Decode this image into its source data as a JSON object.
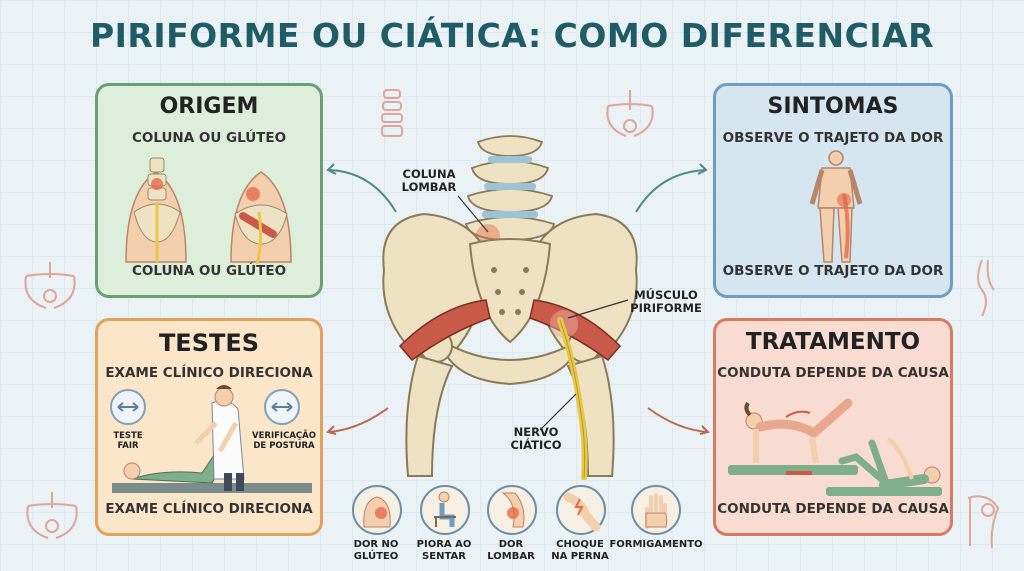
{
  "title": "PIRIFORME OU CIÁTICA: COMO DIFERENCIAR",
  "origem": {
    "title": "ORIGEM",
    "sub_top": "COLUNA OU GLÚTEO",
    "sub_bottom": "COLUNA OU GLÚTEO"
  },
  "sintomas": {
    "title": "SINTOMAS",
    "sub_top": "OBSERVE O TRAJETO DA DOR",
    "sub_bottom": "OBSERVE O TRAJETO DA DOR"
  },
  "testes": {
    "title": "TESTES",
    "sub_top": "EXAME CLÍNICO DIRECIONA",
    "sub_bottom": "EXAME CLÍNICO DIRECIONA",
    "test_left_line1": "TESTE",
    "test_left_line2": "FAIR",
    "test_right_line1": "VERIFICAÇÃO",
    "test_right_line2": "DE POSTURA"
  },
  "tratamento": {
    "title": "TRATAMENTO",
    "sub_top": "CONDUTA DEPENDE DA CAUSA",
    "sub_bottom": "CONDUTA DEPENDE DA CAUSA"
  },
  "anatomy": {
    "coluna_line1": "COLUNA",
    "coluna_line2": "LOMBAR",
    "musculo_line1": "MÚSCULO",
    "musculo_line2": "PIRIFORME",
    "nervo_line1": "NERVO",
    "nervo_line2": "CIÁTICO"
  },
  "symptoms": [
    {
      "line1": "DOR NO",
      "line2": "GLÚTEO",
      "icon": "buttock-pain-icon"
    },
    {
      "line1": "PIORA AO",
      "line2": "SENTAR",
      "icon": "sitting-icon"
    },
    {
      "line1": "DOR",
      "line2": "LOMBAR",
      "icon": "lower-back-icon"
    },
    {
      "line1": "CHOQUE",
      "line2": "NA PERNA",
      "icon": "leg-shock-icon"
    },
    {
      "line1": "FORMIGAMENTO",
      "line2": "",
      "icon": "tingling-hand-icon"
    }
  ],
  "colors": {
    "title": "#1f5c66",
    "origem": "#6aa076",
    "sintomas": "#6f9cc0",
    "testes": "#e0a25c",
    "tratamento": "#d77a63",
    "muscle": "#c95a4a",
    "nerve": "#e8c84a",
    "bone": "#efe2c2"
  }
}
